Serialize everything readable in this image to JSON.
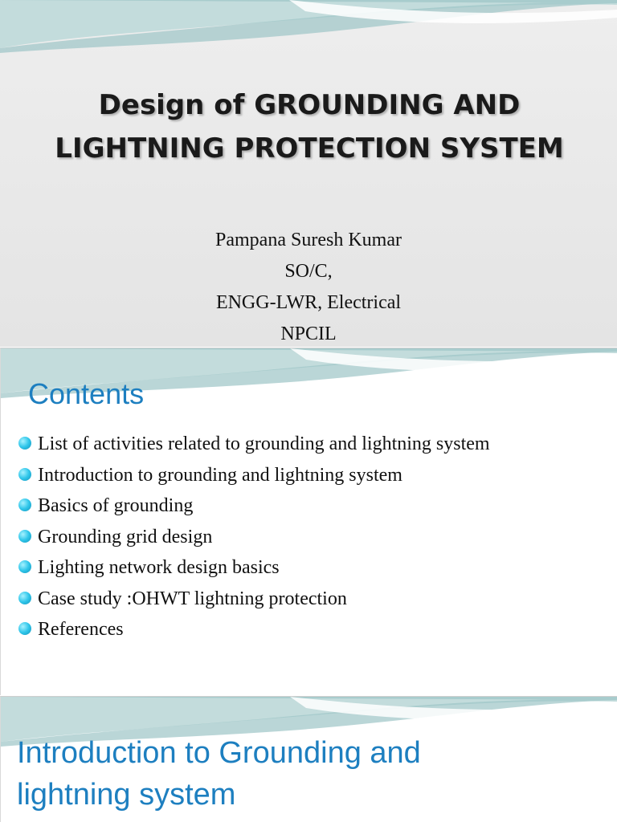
{
  "slides": [
    {
      "title_lines": [
        "Design of GROUNDING AND",
        "LIGHTNING PROTECTION SYSTEM"
      ],
      "author_lines": [
        "Pampana Suresh Kumar",
        "SO/C,",
        "ENGG-LWR, Electrical",
        "NPCIL"
      ]
    },
    {
      "heading": "Contents",
      "bullets": [
        "List of activities related to grounding and lightning system",
        "Introduction to grounding and lightning system",
        "Basics of grounding",
        "Grounding grid design",
        "Lighting network design basics",
        "Case study :OHWT lightning protection",
        "References"
      ]
    },
    {
      "heading_lines": [
        "Introduction to Grounding and",
        "lightning system"
      ]
    }
  ],
  "colors": {
    "accent": "#1d7fc0",
    "wave_teal": "#b8d8d8",
    "bullet": "#2fc6ea"
  },
  "icons": {
    "bullet": "bullet-dot-icon",
    "banner": "wave-banner-icon"
  }
}
